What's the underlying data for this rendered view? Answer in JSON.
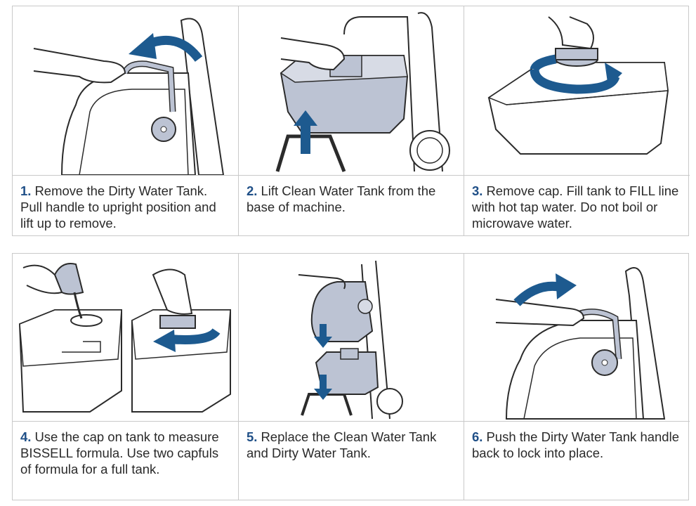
{
  "steps": [
    {
      "number": "1.",
      "text": "Remove the Dirty Water Tank. Pull handle to upright position and lift up to remove."
    },
    {
      "number": "2.",
      "text": "Lift Clean Water Tank from the base of machine."
    },
    {
      "number": "3.",
      "text": "Remove cap. Fill tank to FILL line with hot tap water. Do not boil or microwave water."
    },
    {
      "number": "4.",
      "text": "Use the cap on tank to measure BISSELL formula. Use two capfuls of formula for a full tank."
    },
    {
      "number": "5.",
      "text": "Replace the Clean Water Tank and Dirty Water Tank."
    },
    {
      "number": "6.",
      "text": "Push the Dirty Water Tank handle back to lock into place."
    }
  ],
  "colors": {
    "arrow": "#1d5a8f",
    "tank_fill": "#bcc3d3",
    "outline": "#2b2b2b",
    "caption_number": "#1f4f87",
    "border": "#c9c9c9"
  }
}
